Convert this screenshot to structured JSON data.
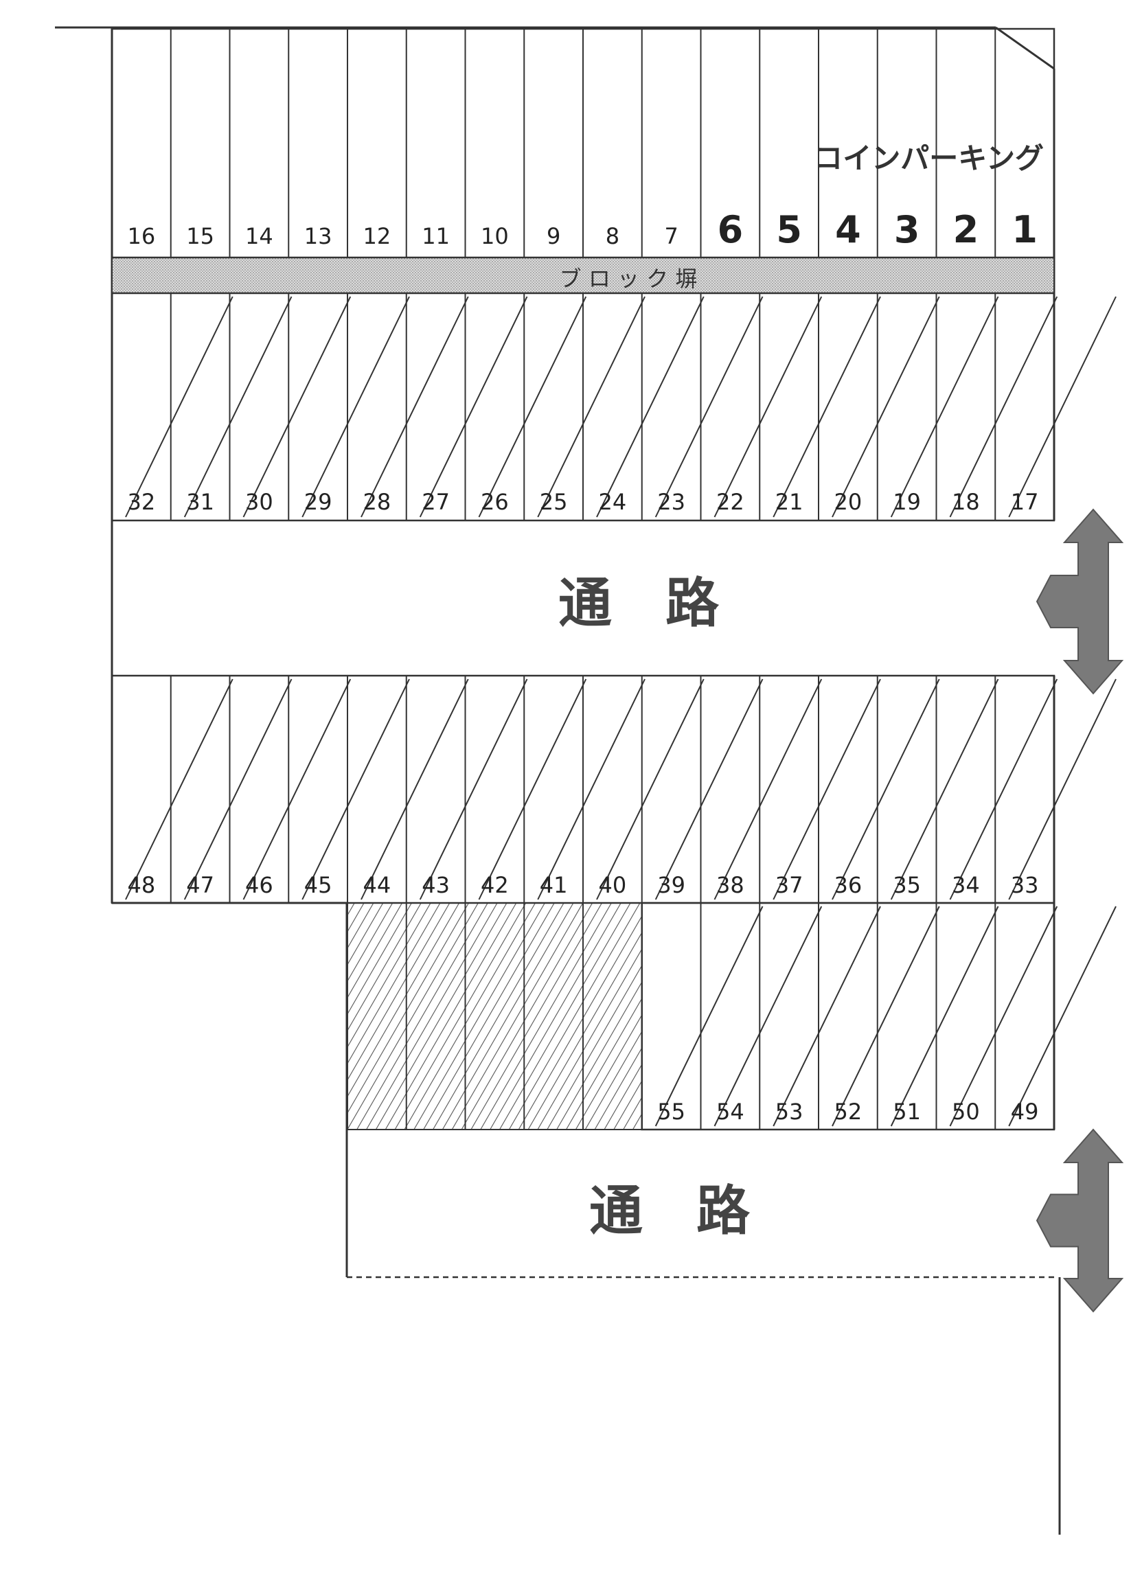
{
  "coin_parking_label": "コインパーキング",
  "block_wall_label": "ブ ロ ッ ク 塀",
  "road_label_top": "通　路",
  "road_label_bottom": "通　路",
  "colors": {
    "line": "#333333",
    "wall_fill": "#d4d4d4",
    "arrow": "#7a7a7a",
    "arrow_stroke": "#555555",
    "background": "#ffffff"
  },
  "rows": [
    {
      "id": "row-a",
      "spaces": [
        "16",
        "15",
        "14",
        "13",
        "12",
        "11",
        "10",
        "9",
        "8",
        "7",
        "6",
        "5",
        "4",
        "3",
        "2",
        "1"
      ],
      "emphasized": [
        "6",
        "5",
        "4",
        "3",
        "2",
        "1"
      ],
      "struck_out": []
    },
    {
      "id": "row-b",
      "spaces": [
        "32",
        "31",
        "30",
        "29",
        "28",
        "27",
        "26",
        "25",
        "24",
        "23",
        "22",
        "21",
        "20",
        "19",
        "18",
        "17"
      ],
      "emphasized": [],
      "struck_out": [
        "32",
        "31",
        "30",
        "29",
        "28",
        "27",
        "26",
        "25",
        "24",
        "23",
        "22",
        "21",
        "20",
        "19",
        "18",
        "17"
      ]
    },
    {
      "id": "row-c",
      "spaces": [
        "48",
        "47",
        "46",
        "45",
        "44",
        "43",
        "42",
        "41",
        "40",
        "39",
        "38",
        "37",
        "36",
        "35",
        "34",
        "33"
      ],
      "emphasized": [],
      "struck_out": [
        "48",
        "47",
        "46",
        "45",
        "44",
        "43",
        "42",
        "41",
        "40",
        "39",
        "38",
        "37",
        "36",
        "35",
        "34",
        "33"
      ]
    },
    {
      "id": "row-d",
      "spaces": [
        "55",
        "54",
        "53",
        "52",
        "51",
        "50",
        "49"
      ],
      "emphasized": [],
      "struck_out": [
        "55",
        "54",
        "53",
        "52",
        "51",
        "50",
        "49"
      ]
    }
  ],
  "hatched_area_spaces": 5,
  "entrance_arrows": [
    {
      "id": "arrow-top",
      "direction": "bidirectional-vertical",
      "icon": "entrance-arrow-icon"
    },
    {
      "id": "arrow-bottom",
      "direction": "bidirectional-vertical",
      "icon": "entrance-arrow-icon"
    }
  ]
}
